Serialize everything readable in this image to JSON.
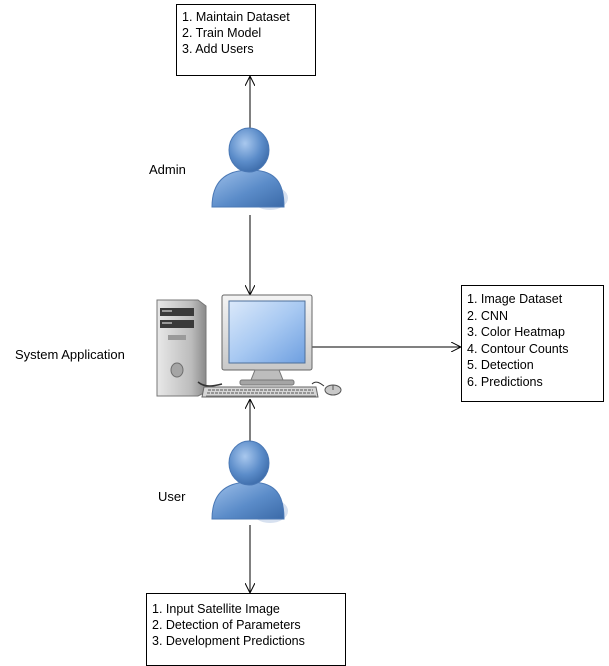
{
  "admin": {
    "label": "Admin",
    "tasks": [
      "1. Maintain Dataset",
      "2. Train Model",
      "3. Add Users"
    ]
  },
  "system": {
    "label": "System Application",
    "components": [
      "1. Image Dataset",
      "2. CNN",
      "3. Color Heatmap",
      "4. Contour Counts",
      "5. Detection",
      "6. Predictions"
    ]
  },
  "user": {
    "label": "User",
    "tasks": [
      "1. Input Satellite Image",
      "2. Detection of Parameters",
      "3. Development Predictions"
    ]
  },
  "colors": {
    "person_body": "#5b8cc9",
    "person_shadow": "#c9d6ea",
    "monitor_screen": "#8fb8ec",
    "computer_case": "#b9b9b9"
  }
}
